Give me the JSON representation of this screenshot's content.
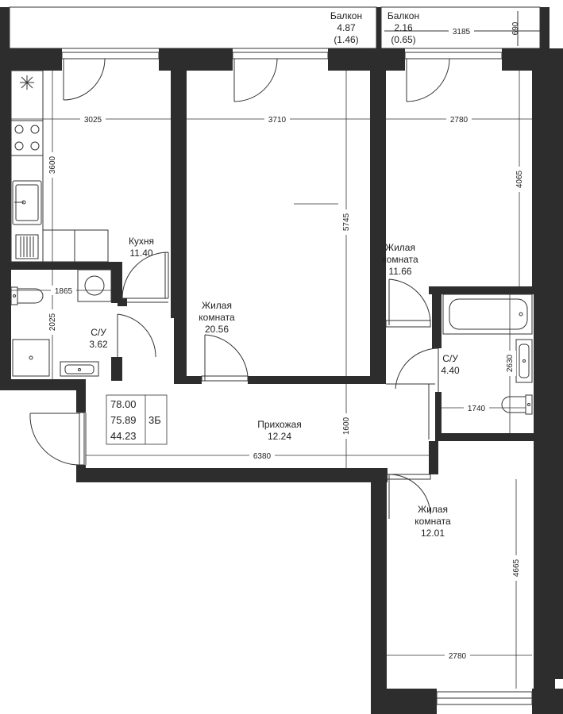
{
  "colors": {
    "wall": "#2d2d2d",
    "line": "#333333",
    "window": "#555555",
    "background": "#ffffff"
  },
  "summary": {
    "total_area": "78.00",
    "living_area_with_balcony": "75.89",
    "living_area": "44.23",
    "type": "3Б"
  },
  "rooms": {
    "balcony_left": {
      "name": "Балкон",
      "area": "4.87",
      "area_reduced": "(1.46)"
    },
    "balcony_right": {
      "name": "Балкон",
      "area": "2.16",
      "area_reduced": "(0.65)"
    },
    "kitchen": {
      "name": "Кухня",
      "area": "11.40"
    },
    "bath_left": {
      "name": "С/У",
      "area": "3.62"
    },
    "living_center": {
      "name_line1": "Жилая",
      "name_line2": "комната",
      "area": "20.56"
    },
    "living_right_top": {
      "name_line1": "Жилая",
      "name_line2": "комната",
      "area": "11.66"
    },
    "bath_right": {
      "name": "С/У",
      "area": "4.40"
    },
    "hallway": {
      "name": "Прихожая",
      "area": "12.24"
    },
    "living_right_bottom": {
      "name_line1": "Жилая",
      "name_line2": "комната",
      "area": "12.01"
    }
  },
  "dimensions": {
    "balcony_width": "3185",
    "balcony_depth": "690",
    "kitchen_width": "3025",
    "kitchen_depth": "3600",
    "living_center_width": "3710",
    "living_center_depth": "5745",
    "living_right_top_width": "2780",
    "living_right_top_depth": "4065",
    "bath_left_width": "1865",
    "bath_left_depth": "2025",
    "bath_right_depth": "2630",
    "bath_right_width": "1740",
    "hallway_depth": "1600",
    "hallway_width": "6380",
    "living_right_bottom_depth": "4665",
    "living_right_bottom_width": "2780"
  }
}
